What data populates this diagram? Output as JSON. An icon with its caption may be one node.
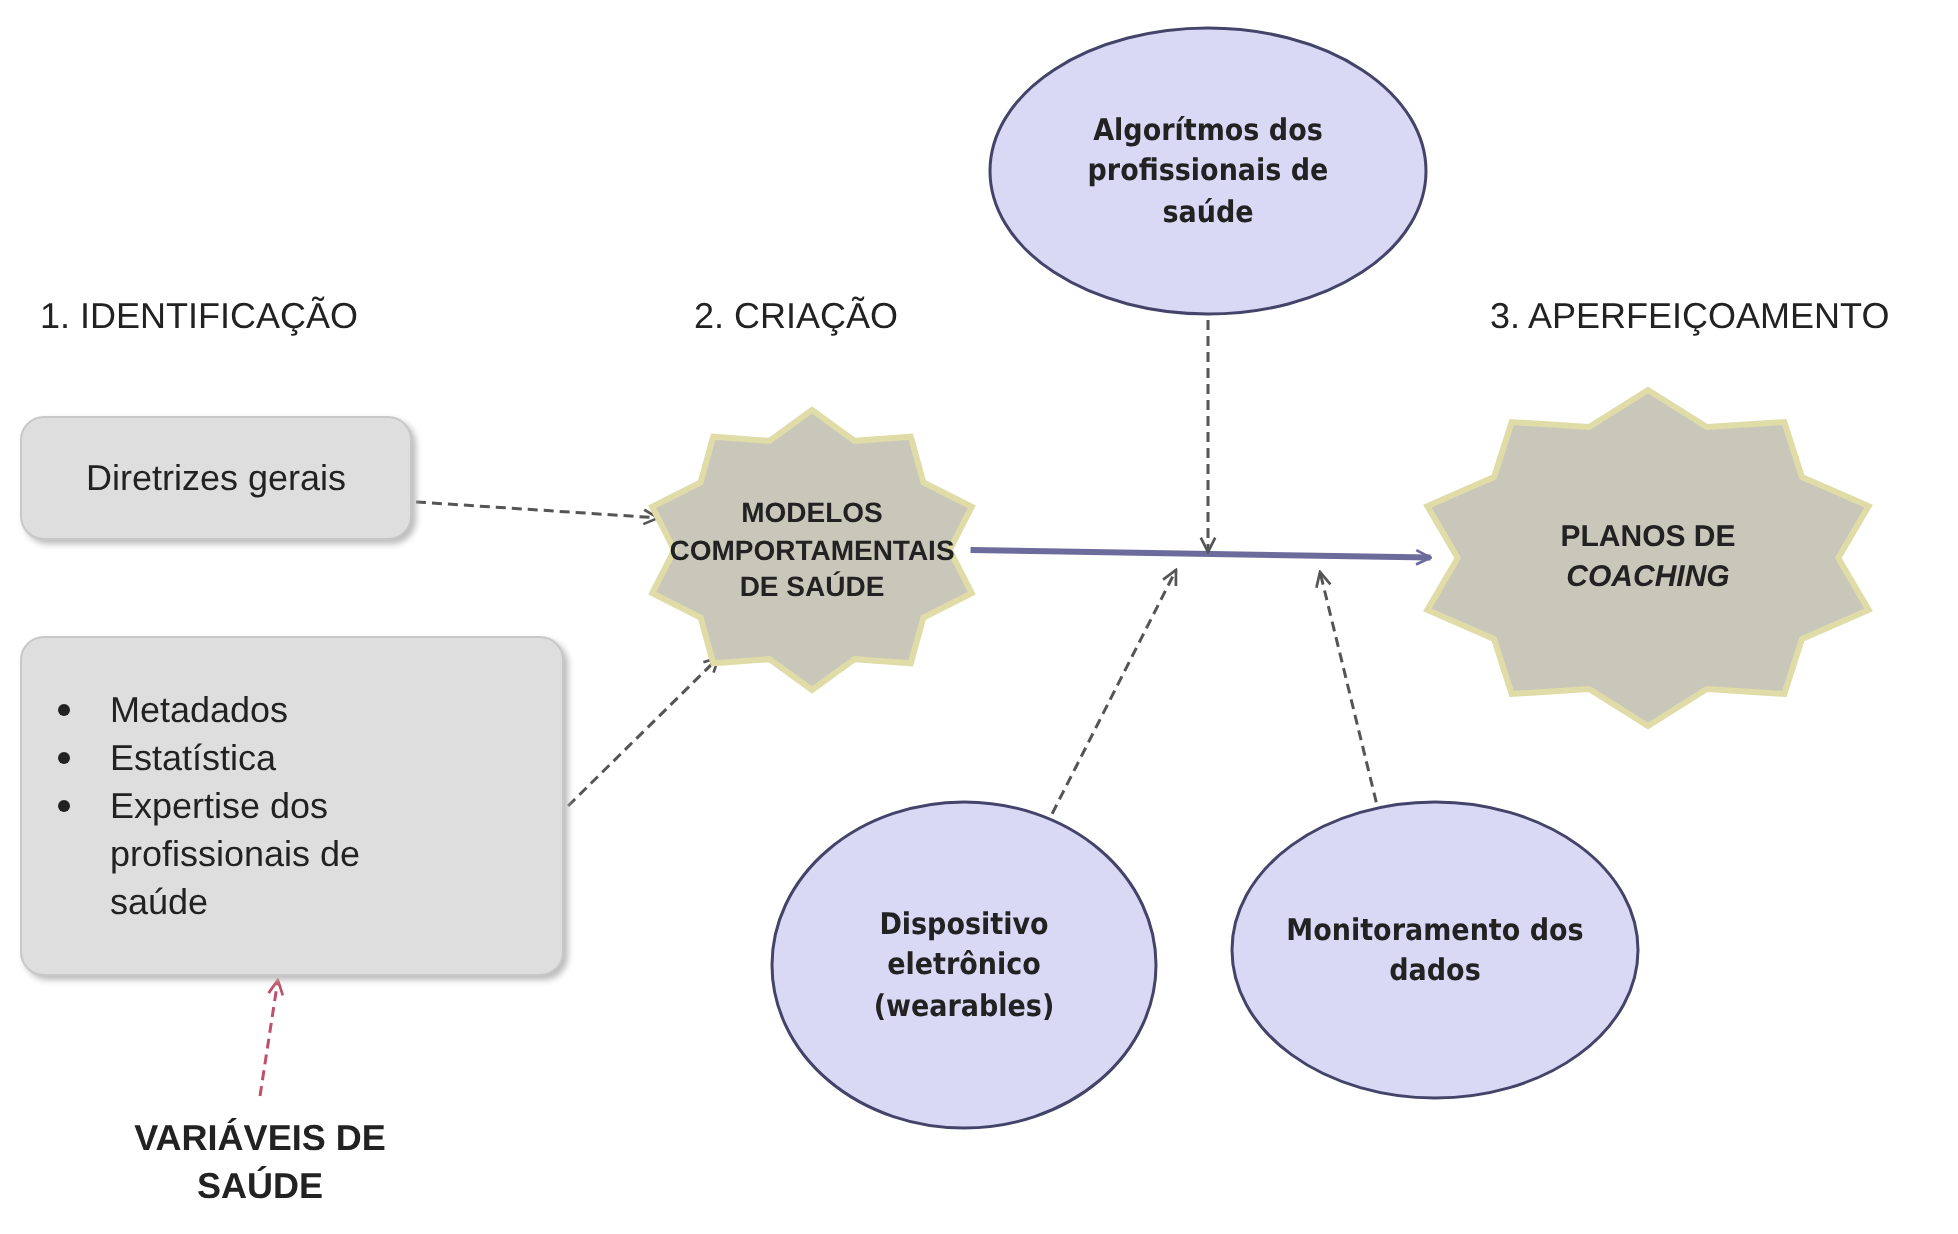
{
  "diagram": {
    "nodes": [
      {
        "text": [
          "Diretrizes gerais"
        ]
      },
      {
        "text": [
          "Metadados",
          "Estatística",
          "Expertise dos profissionais de saúde"
        ]
      },
      {
        "text": [
          "VARIÁVEIS DE SAÚDE"
        ]
      },
      {
        "text": [
          "MODELOS COMPORTAMENTAIS DE SAÚDE"
        ]
      },
      {
        "text": [
          "Algorítmos dos profissionais de saúde"
        ]
      },
      {
        "text": [
          "PLANOS DE *COACHING*"
        ]
      },
      {
        "text": [
          "Dispositivo eletrônico (wearables)"
        ]
      },
      {
        "text": [
          "Monitoramento dos dados"
        ]
      }
    ],
    "edges": [
      {
        "from": 0,
        "to": 3,
        "arrow": "to",
        "style": "dashed"
      },
      {
        "from": 1,
        "to": 3,
        "arrow": "to",
        "style": "dashed"
      },
      {
        "from": 2,
        "to": 1,
        "arrow": "to",
        "style": "dashed",
        "color": "#c0506a"
      },
      {
        "from": 3,
        "to": 5,
        "arrow": "to",
        "style": "thick",
        "color": "#6b6b9c"
      },
      {
        "from": 4,
        "to": null,
        "arrow": "to",
        "style": "dashed"
      },
      {
        "from": 6,
        "to": null,
        "arrow": "to",
        "style": "dashed"
      },
      {
        "from": 7,
        "to": null,
        "arrow": "to",
        "style": "dashed"
      }
    ],
    "labels": [
      "1. IDENTIFICAÇÃO",
      "2. CRIAÇÃO",
      "3. APERFEIÇOAMENTO"
    ]
  }
}
